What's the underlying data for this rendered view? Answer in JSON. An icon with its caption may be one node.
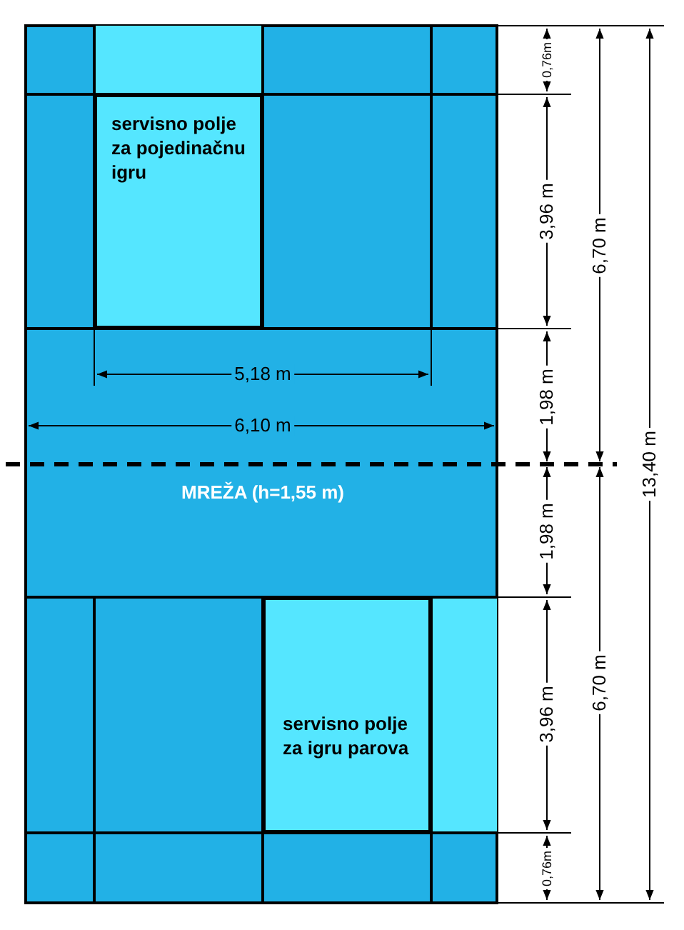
{
  "diagram": {
    "nodes": [
      {
        "text": [
          "servisno polje za pojedinačnu igru"
        ]
      },
      {
        "text": [
          "servisno polje za igru parova"
        ]
      }
    ],
    "labels": [
      "0,76m",
      "3,96 m",
      "6,70 m",
      "13,40 m",
      "5,18 m",
      "1,98 m",
      "6,10 m",
      "MREŽA (h=1,55 m)",
      "1,98 m",
      "3,96 m",
      "6,70 m",
      "0,76m"
    ]
  }
}
